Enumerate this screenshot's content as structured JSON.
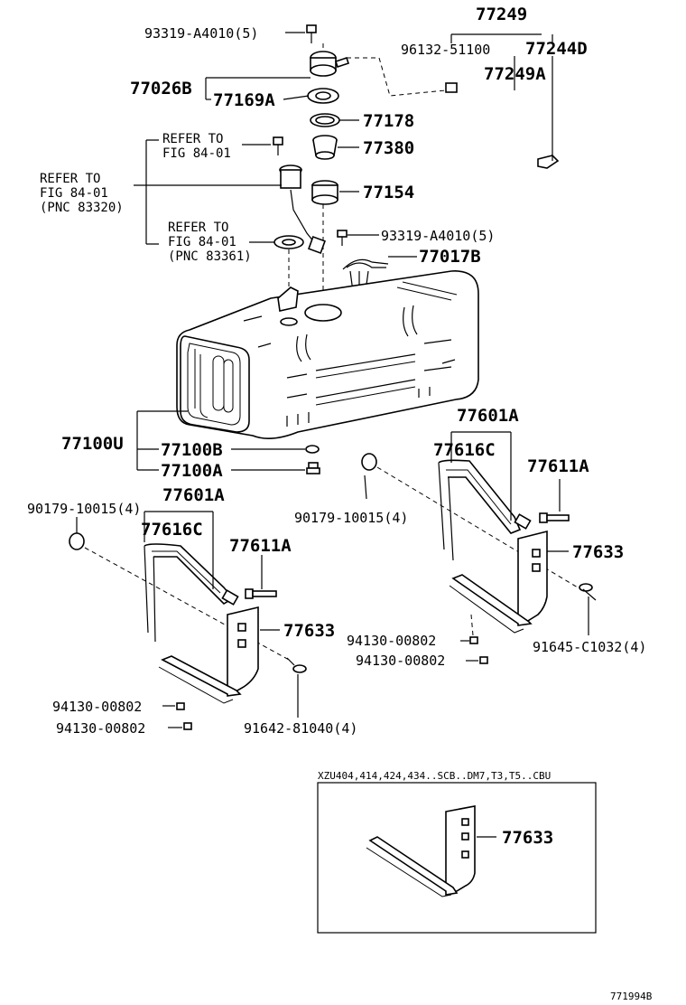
{
  "labels": {
    "p77249": "77249",
    "p93319_top": "93319-A4010(5)",
    "p96132": "96132-51100",
    "p77244D": "77244D",
    "p77249A": "77249A",
    "p77026B": "77026B",
    "p77169A": "77169A",
    "p77178": "77178",
    "p77380": "77380",
    "p77154": "77154",
    "refer1_a": "REFER TO",
    "refer1_b": "FIG 84-01",
    "refer2_a": "REFER TO",
    "refer2_b": "FIG  84-01",
    "refer2_c": "(PNC 83320)",
    "refer3_a": "REFER TO",
    "refer3_b": "FIG 84-01",
    "refer3_c": "(PNC 83361)",
    "p93319_mid": "93319-A4010(5)",
    "p77017B": "77017B",
    "p77100U": "77100U",
    "p77100B": "77100B",
    "p77100A": "77100A",
    "p90179_mid": "90179-10015(4)",
    "p77601A_right": "77601A",
    "p77616C_right": "77616C",
    "p77611A_right": "77611A",
    "p77633_right": "77633",
    "p90179_left": "90179-10015(4)",
    "p77601A_left": "77601A",
    "p77616C_left": "77616C",
    "p77611A_left": "77611A",
    "p77633_left": "77633",
    "p94130_r1": "94130-00802",
    "p94130_r2": "94130-00802",
    "p91645": "91645-C1032(4)",
    "p94130_l1": "94130-00802",
    "p94130_l2": "94130-00802",
    "p91642": "91642-81040(4)",
    "inset_header": "XZU404,414,424,434..SCB..DM7,T3,T5..CBU",
    "inset_part": "77633",
    "figure_id": "771994B"
  }
}
